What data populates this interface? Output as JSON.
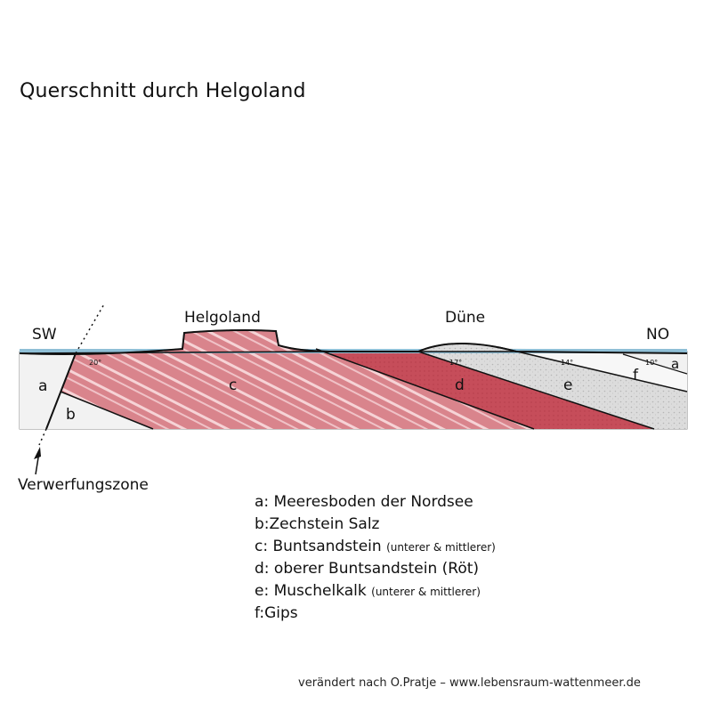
{
  "title": "Querschnitt durch Helgoland",
  "labels": {
    "sw": "SW",
    "no": "NO",
    "helgoland": "Helgoland",
    "duene": "Düne",
    "fault_zone": "Verwerfungszone"
  },
  "layer_letters": {
    "a_left": "a",
    "b": "b",
    "c": "c",
    "d": "d",
    "e": "e",
    "f": "f",
    "a_right": "a"
  },
  "angles": {
    "left": "20°",
    "d": "17°",
    "e": "14°",
    "right": "10°"
  },
  "legend": [
    {
      "text": "a: Meeresboden der Nordsee",
      "note": ""
    },
    {
      "text": "b:Zechstein Salz",
      "note": ""
    },
    {
      "text": "c: Buntsandstein ",
      "note": "(unterer & mittlerer)"
    },
    {
      "text": "d: oberer Buntsandstein (Röt)",
      "note": ""
    },
    {
      "text": "e: Muschelkalk ",
      "note": "(unterer & mittlerer)"
    },
    {
      "text": "f:Gips",
      "note": ""
    }
  ],
  "credit": "verändert nach O.Pratje   –   www.lebensraum-wattenmeer.de",
  "colors": {
    "sea": "#8fbfd6",
    "sandstone_c": "#d9848c",
    "roet_d": "#c24a57",
    "muschelkalk_e": "#dedede",
    "gips_f": "#f6f6f6"
  }
}
